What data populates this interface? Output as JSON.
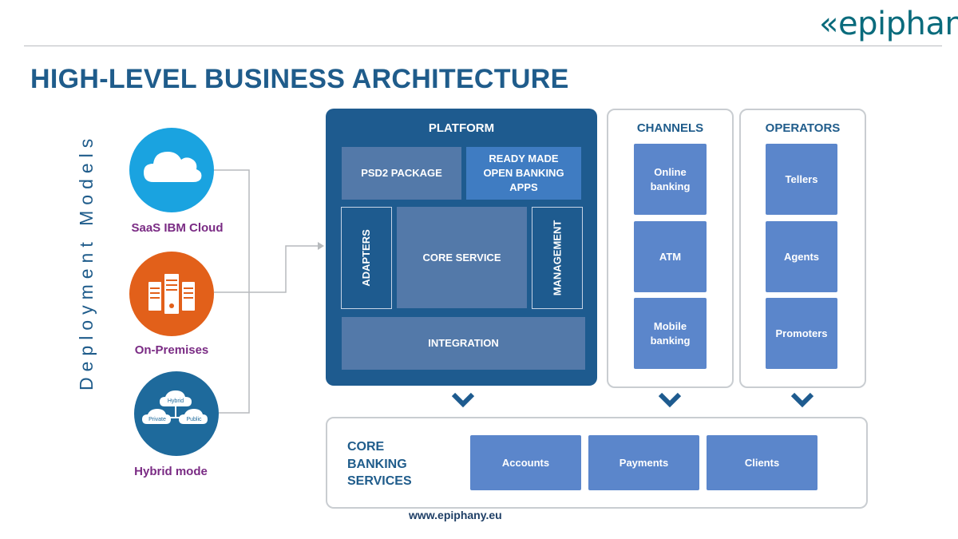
{
  "brand": {
    "logo_text": "«epiphany"
  },
  "title": "HIGH-LEVEL BUSINESS ARCHITECTURE",
  "deployment": {
    "heading": "Deployment Models",
    "models": [
      {
        "label": "SaaS IBM Cloud",
        "icon": "cloud-icon",
        "color": "#1aa3e0"
      },
      {
        "label": "On-Premises",
        "icon": "server-rack-icon",
        "color": "#e2601a"
      },
      {
        "label": "Hybrid mode",
        "icon": "hybrid-cloud-icon",
        "color": "#1e6a9c",
        "icon_texts": [
          "Hybrid",
          "Private",
          "Public"
        ]
      }
    ]
  },
  "platform": {
    "title": "PLATFORM",
    "psd2": "PSD2 PACKAGE",
    "ready_made": "READY MADE OPEN BANKING APPS",
    "adapters": "ADAPTERS",
    "core_service": "CORE SERVICE",
    "management": "MANAGEMENT",
    "integration": "INTEGRATION"
  },
  "channels": {
    "title": "CHANNELS",
    "items": [
      "Online banking",
      "ATM",
      "Mobile banking"
    ]
  },
  "operators": {
    "title": "OPERATORS",
    "items": [
      "Tellers",
      "Agents",
      "Promoters"
    ]
  },
  "core_banking": {
    "title_lines": [
      "CORE",
      "BANKING",
      "SERVICES"
    ],
    "items": [
      "Accounts",
      "Payments",
      "Clients"
    ]
  },
  "footer_url": "www.epiphany.eu",
  "colors": {
    "title": "#1f5c8b",
    "platform_bg": "#1e5b8f",
    "tile": "#5b86cb",
    "deployment_label": "#7a2b84"
  }
}
